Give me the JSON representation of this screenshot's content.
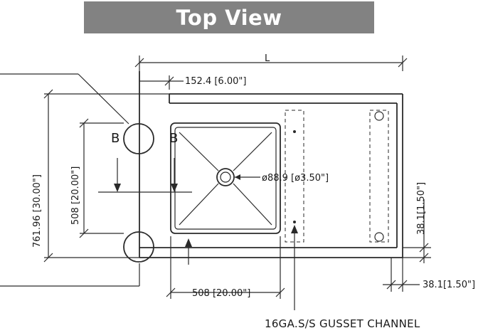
{
  "banner": {
    "title": "Top View"
  },
  "dimensions": {
    "length": "L",
    "backsplash_offset": "152.4 [6.00\"]",
    "drain": "ø88.9 [ø3.50\"]",
    "overall_depth": "761.96 [30.00\"]",
    "bowl_depth": "508 [20.00\"]",
    "bowl_width": "508 [20.00\"]",
    "rim_height": "38.1[1.50\"]",
    "rim_width": "38.1[1.50\"]"
  },
  "section_markers": {
    "left": "B",
    "right": "B"
  },
  "callout": {
    "gusset": "16GA.S/S GUSSET CHANNEL"
  }
}
